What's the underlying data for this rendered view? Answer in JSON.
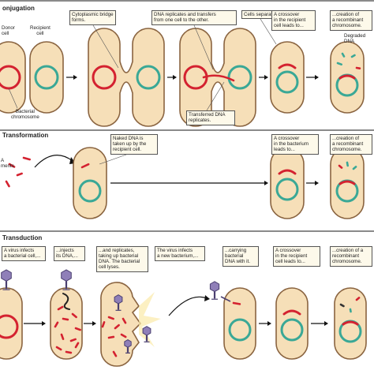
{
  "colors": {
    "cell_fill": "#f6dfb8",
    "cell_stroke": "#8a6440",
    "donor_dna": "#d42230",
    "recipient_dna": "#3aa896",
    "callout_fill": "#fdf9ea",
    "phage": "#8f7fb8",
    "section_strip": "#8a8a8a"
  },
  "conjugation": {
    "title": "onjugation",
    "donor_label": "Donor\ncell",
    "recipient_label": "Recipient\ncell",
    "bacterial_chromosome": "Bacterial\nchromosome",
    "transferred_dna": "Transferred DNA\nreplicates.",
    "degraded_dna": "Degraded\nDNA",
    "captions": [
      "Cytoplasmic bridge\nforms.",
      "DNA replicates and transfers\nfrom one cell to the other.",
      "Cells separate.",
      "A crossover\nin the recipient\ncell leads to...",
      "...creation of\na recombinant\nchromosome."
    ]
  },
  "transformation": {
    "title": "Transformation",
    "fragments_label": "A\nments",
    "captions": [
      "Naked DNA is\ntaken up by the\nrecipient cell.",
      "A crossover\nin the bacterium\nleads to...",
      "...creation of\na recombinant\nchromosome."
    ]
  },
  "transduction": {
    "title": "Transduction",
    "captions": [
      "A virus infects\na bacterial cell,...",
      "...injects\nits DNA,...",
      "...and replicates,\ntaking up bacterial\nDNA. The bacterial\ncell lyses.",
      "The virus infects\na new bacterium,...",
      "...carrying\nbacterial\nDNA with it.",
      "A crossover\nin the recipient\ncell leads to...",
      "...creation of a\nrecombinant\nchromosome."
    ]
  }
}
